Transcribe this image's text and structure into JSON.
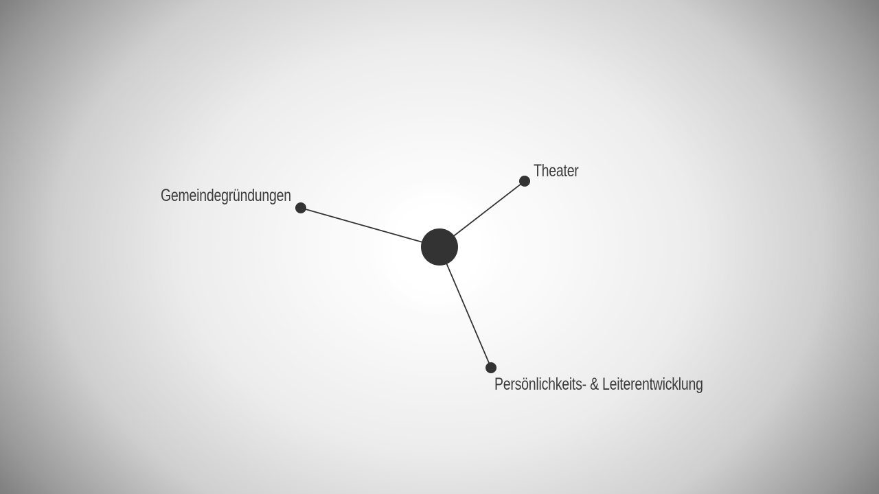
{
  "diagram": {
    "style": {
      "node_color": "#333333",
      "edge_color": "#333333",
      "text_color": "#3a3a3a"
    },
    "center_node": {
      "label": ""
    },
    "branches": [
      {
        "id": "gemeinde",
        "label": "Gemeindegründungen"
      },
      {
        "id": "theater",
        "label": "Theater"
      },
      {
        "id": "persoenlich",
        "label": "Persönlichkeits- & Leiterentwicklung"
      }
    ]
  }
}
